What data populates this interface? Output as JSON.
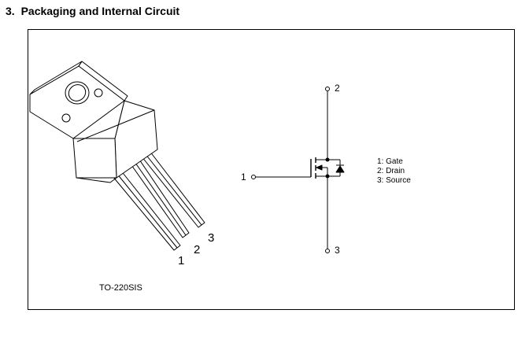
{
  "section": {
    "number": "3.",
    "title": "Packaging and Internal Circuit"
  },
  "package": {
    "name": "TO-220SIS",
    "pins": [
      "1",
      "2",
      "3"
    ]
  },
  "circuit": {
    "terminals": [
      "1",
      "2",
      "3"
    ],
    "legend": [
      "1: Gate",
      "2: Drain",
      "3: Source"
    ]
  },
  "colors": {
    "line": "#000000",
    "body_fill": "#ffffff",
    "background": "#ffffff"
  }
}
